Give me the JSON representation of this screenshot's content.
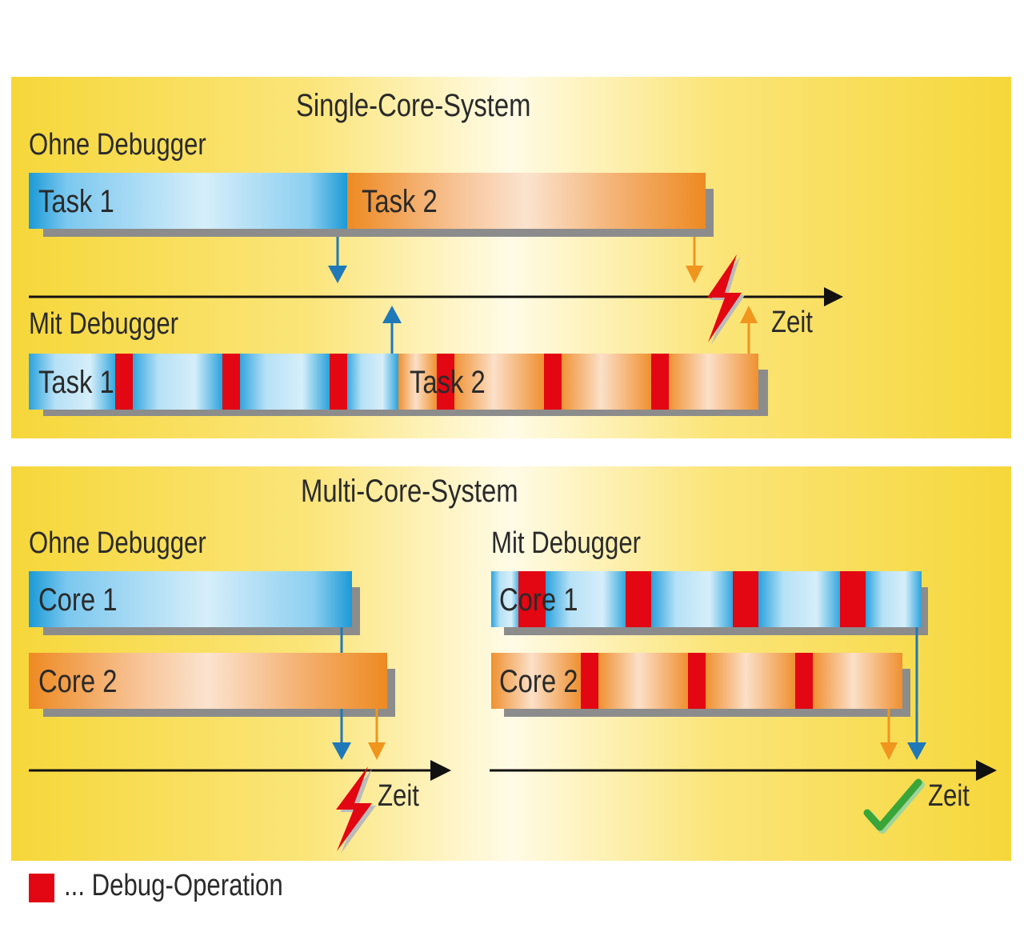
{
  "colors": {
    "panel_edge": "#f6d73a",
    "panel_center": "#fffbe6",
    "task_blue_dark": "#1b9ad6",
    "task_blue_light": "#d6eefa",
    "task_orange_dark": "#ee8a22",
    "task_orange_light": "#fbe3cf",
    "debug_red": "#e30613",
    "shadow_gray": "#8c8c8c",
    "arrow_blue": "#1f78b8",
    "arrow_orange": "#f0951e",
    "axis_black": "#111111",
    "check_green": "#3aa538"
  },
  "single_core": {
    "title": "Single-Core-System",
    "without_debugger": {
      "label": "Ohne Debugger",
      "task1_label": "Task 1",
      "task2_label": "Task 2"
    },
    "with_debugger": {
      "label": "Mit Debugger",
      "task1_label": "Task 1",
      "task2_label": "Task 2"
    },
    "axis_label": "Zeit",
    "error_icon": "lightning-icon"
  },
  "multi_core": {
    "title": "Multi-Core-System",
    "without_debugger": {
      "label": "Ohne Debugger",
      "core1_label": "Core 1",
      "core2_label": "Core 2",
      "axis_label": "Zeit",
      "error_icon": "lightning-icon"
    },
    "with_debugger": {
      "label": "Mit Debugger",
      "core1_label": "Core 1",
      "core2_label": "Core 2",
      "axis_label": "Zeit",
      "ok_icon": "checkmark-icon"
    }
  },
  "legend": {
    "text": "... Debug-Operation",
    "swatch_icon": "red-square-icon"
  }
}
